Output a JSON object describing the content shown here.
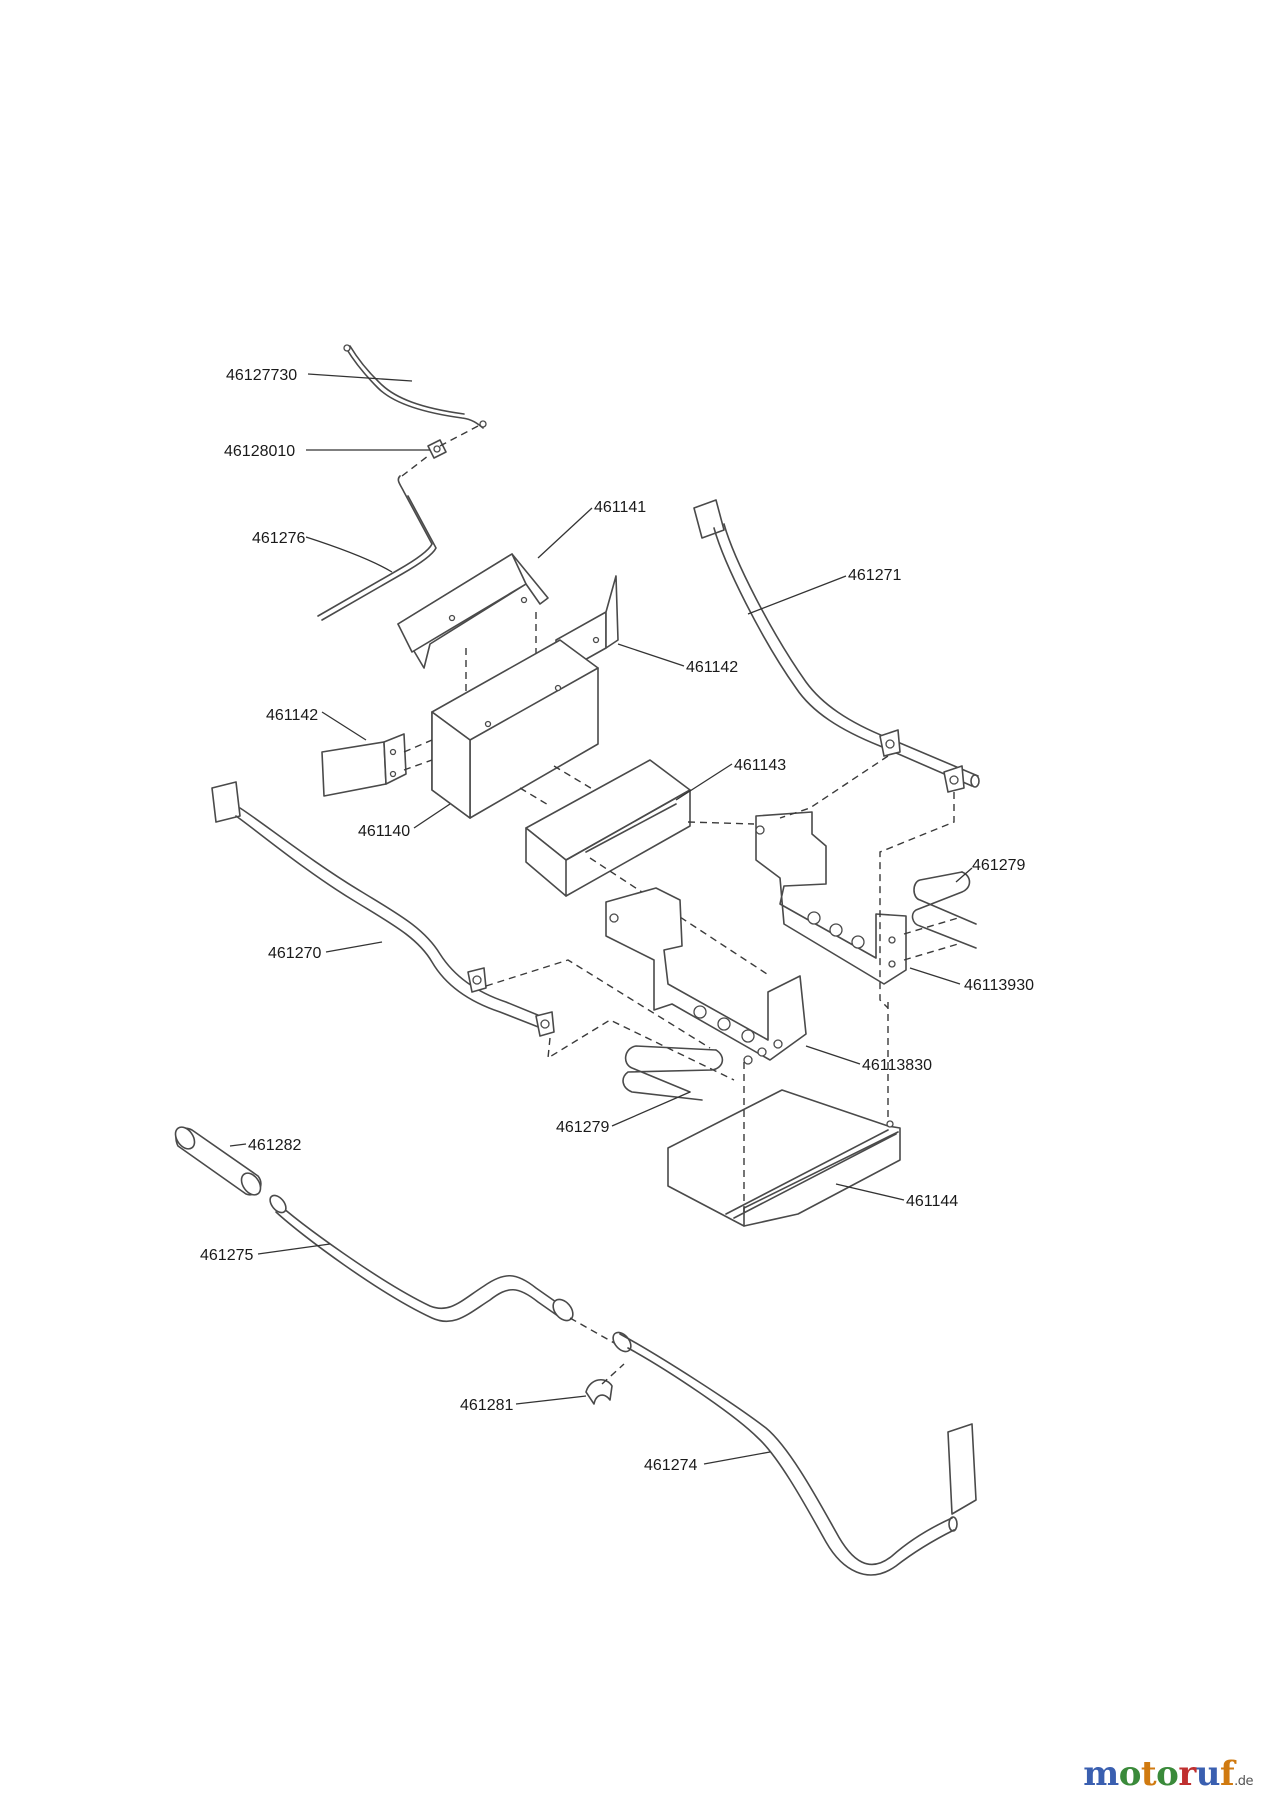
{
  "parts": {
    "p46127730": "46127730",
    "p46128010": "46128010",
    "p461276": "461276",
    "p461141": "461141",
    "p461271": "461271",
    "p461142_right": "461142",
    "p461142_left": "461142",
    "p461143": "461143",
    "p461140": "461140",
    "p461279_right": "461279",
    "p461270": "461270",
    "p46113930": "46113930",
    "p46113830": "46113830",
    "p461279_left": "461279",
    "p461282": "461282",
    "p461144": "461144",
    "p461275": "461275",
    "p461281": "461281",
    "p461274": "461274"
  },
  "watermark": {
    "letters": [
      "m",
      "o",
      "t",
      "o",
      "r",
      "u",
      "f"
    ],
    "colors": [
      "#3a5fb0",
      "#3a8a3a",
      "#d07a10",
      "#3a8a3a",
      "#c03030",
      "#3a5fb0",
      "#d07a10"
    ],
    "suffix": ".de"
  }
}
